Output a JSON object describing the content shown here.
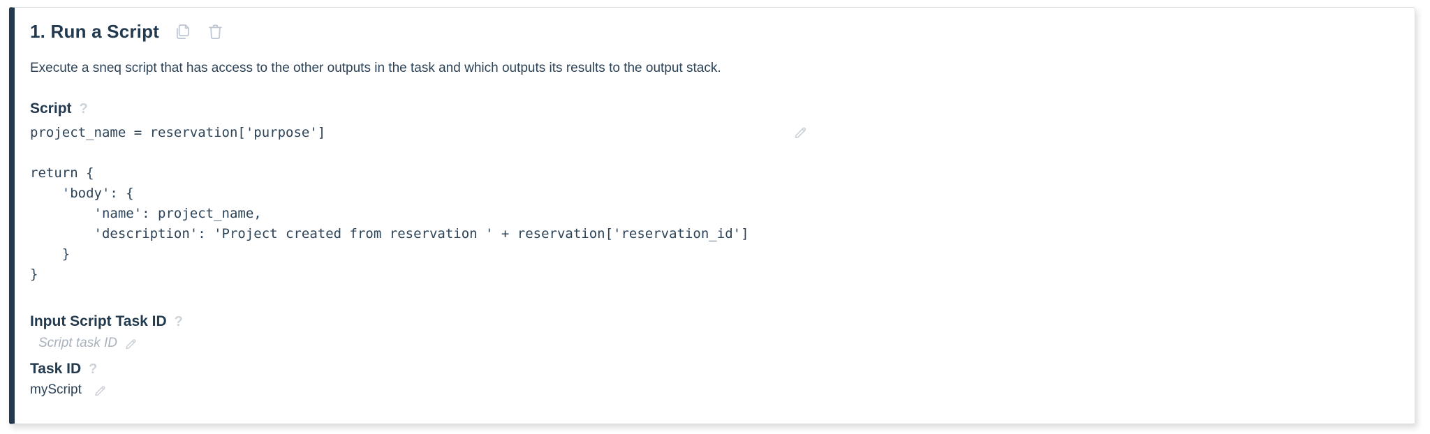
{
  "card": {
    "title": "1. Run a Script",
    "description": "Execute a sneq script that has access to the other outputs in the task and which outputs its results to the output stack."
  },
  "sections": {
    "script": {
      "label": "Script",
      "help_icon": "?",
      "code": "project_name = reservation['purpose']\n\nreturn {\n    'body': {\n        'name': project_name,\n        'description': 'Project created from reservation ' + reservation['reservation_id']\n    }\n}"
    },
    "input_script_task_id": {
      "label": "Input Script Task ID",
      "help_icon": "?",
      "placeholder": "Script task ID"
    },
    "task_id": {
      "label": "Task ID",
      "help_icon": "?",
      "value": "myScript"
    }
  },
  "icons": {
    "copy_icon": "duplicate-step",
    "trash_icon": "delete-step",
    "pencil_icon": "edit-value",
    "help_icon": "question-mark"
  },
  "colors": {
    "accent_bar": "#22394e",
    "heading_text": "#22394e",
    "body_text": "#2c4257",
    "muted_icon": "#bfc8d2",
    "placeholder_text": "#a9b2bc",
    "card_border": "#d9dee3"
  }
}
